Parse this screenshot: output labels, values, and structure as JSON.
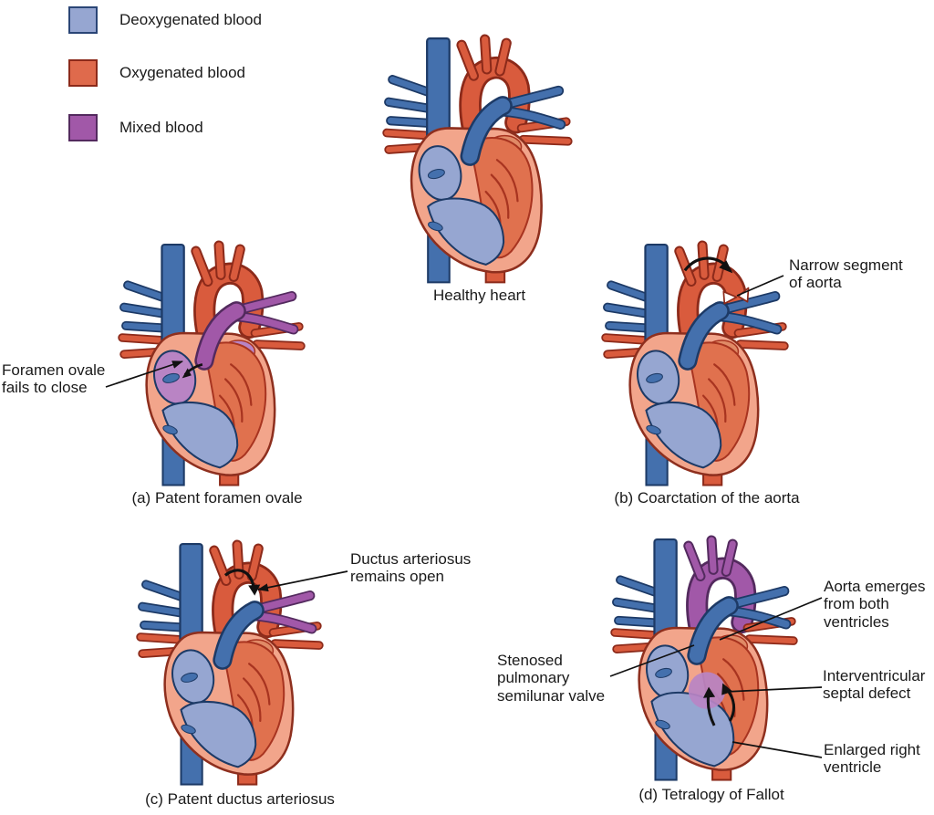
{
  "legend": {
    "items": [
      {
        "label": "Deoxygenated blood",
        "color": "#96a6d1",
        "border": "#2a4576"
      },
      {
        "label": "Oxygenated blood",
        "color": "#df6a4c",
        "border": "#8c2a1a"
      },
      {
        "label": "Mixed blood",
        "color": "#a158a8",
        "border": "#532a5e"
      }
    ]
  },
  "figures": [
    {
      "variant": "healthy",
      "caption": "Healthy heart",
      "annotations": []
    },
    {
      "variant": "pfo",
      "caption": "(a) Patent foramen ovale",
      "annotations": [
        {
          "text": "Foramen ovale\nfails to close"
        }
      ]
    },
    {
      "variant": "coarct",
      "caption": "(b) Coarctation of the aorta",
      "annotations": [
        {
          "text": "Narrow segment\nof aorta"
        }
      ]
    },
    {
      "variant": "pda",
      "caption": "(c) Patent ductus arteriosus",
      "annotations": [
        {
          "text": "Ductus arteriosus\nremains open"
        }
      ]
    },
    {
      "variant": "tof",
      "caption": "(d) Tetralogy of Fallot",
      "annotations": [
        {
          "text": "Aorta emerges\nfrom both\nventricles"
        },
        {
          "text": "Stenosed\npulmonary\nsemilunar valve"
        },
        {
          "text": "Interventricular\nseptal defect"
        },
        {
          "text": "Enlarged right\nventricle"
        }
      ]
    }
  ],
  "colors": {
    "vessel_blue": "#4470ad",
    "vessel_blue_dark": "#1d3a66",
    "chamber_blue": "#96a6d1",
    "vessel_red": "#d95b3d",
    "vessel_red_dark": "#8c2a1a",
    "heart_wall": "#f2a58b",
    "heart_wall_dark": "#8e2f1e",
    "lv_fill": "#e0714e",
    "lv_lines": "#a83420",
    "la_fill": "#e08a66",
    "mixed": "#a158a8",
    "mixed_light": "#b984c4",
    "mixed_dark": "#532a5e",
    "annotation_color": "#111111"
  }
}
